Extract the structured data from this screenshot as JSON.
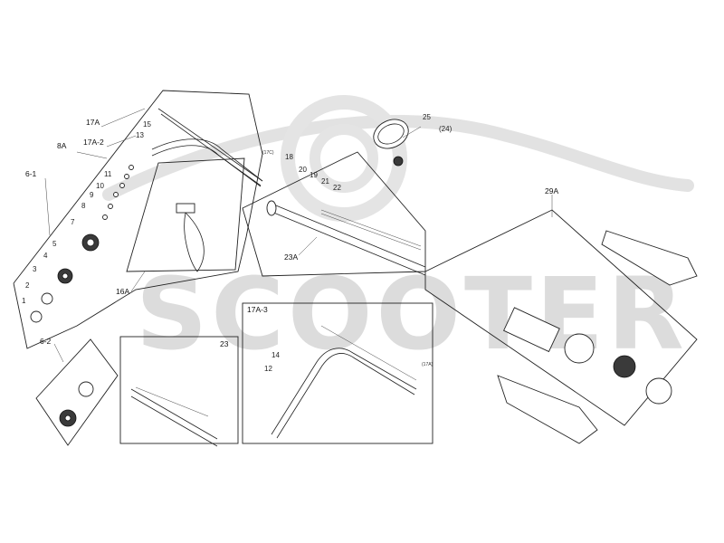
{
  "watermark": {
    "text": "SCOOTER"
  },
  "group_labels": {
    "g17A": "17A",
    "g8A": "8A",
    "g17A2": "17A-2",
    "g61": "6-1",
    "g62": "6-2",
    "g16A": "16A",
    "g23A": "23A",
    "g29A": "29A",
    "g23": "23",
    "g17A3": "17A-3"
  },
  "callouts": {
    "c25": "25",
    "c24": "(24)",
    "c18": "18",
    "c20": "20",
    "c19": "19",
    "c21": "21",
    "c22": "22",
    "c15": "15",
    "c13": "13",
    "c11": "11",
    "c10": "10",
    "c9": "9",
    "c8": "8",
    "c7": "7",
    "c5": "5",
    "c4": "4",
    "c3": "3",
    "c2": "2",
    "c1": "1",
    "c14": "14",
    "c12": "12",
    "c17a": "(17A)",
    "c17c": "(17C)"
  }
}
